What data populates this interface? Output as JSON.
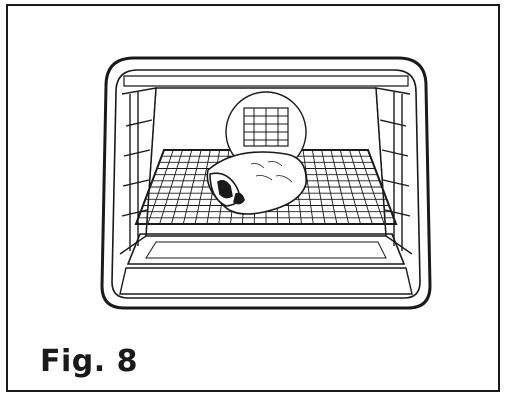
{
  "figure": {
    "caption": "Fig. 8",
    "line_color": "#1a1a1a",
    "background": "#ffffff",
    "grid_rows": 12,
    "grid_cols": 22
  }
}
